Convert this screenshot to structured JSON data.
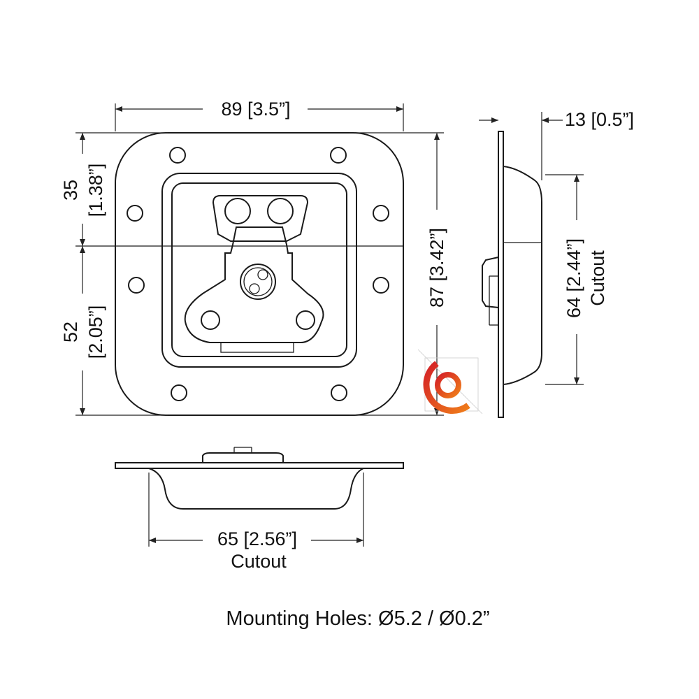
{
  "dimensions": {
    "width": "89 [3.5”]",
    "top_height_mm": "35",
    "top_height_in": "[1.38”]",
    "bottom_height_mm": "52",
    "bottom_height_in": "[2.05”]",
    "total_height": "87 [3.42”]",
    "depth": "13 [0.5”]",
    "side_cutout": "64 [2.44”]",
    "side_cutout_label": "Cutout",
    "bottom_cutout": "65 [2.56”]",
    "bottom_cutout_label": "Cutout"
  },
  "footnote": "Mounting Holes: Ø5.2 / Ø0.2”",
  "logo": {
    "colors": [
      "#d42027",
      "#ef7d1a"
    ]
  }
}
